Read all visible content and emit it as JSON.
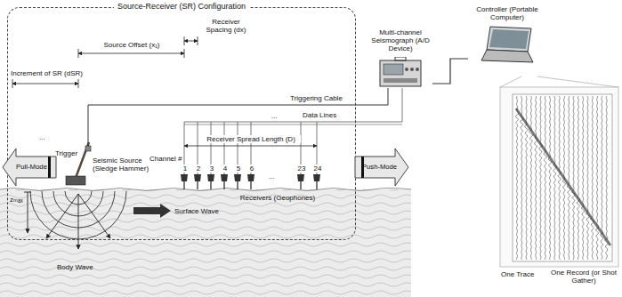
{
  "diagram": {
    "nodes": [
      {
        "text": [
          "Source-Receiver (SR) Configuration"
        ]
      },
      {
        "text": [
          "Pull-Mode"
        ]
      },
      {
        "text": [
          "Push-Mode"
        ]
      },
      {
        "text": [
          "Multi-channel Seismograph (A/D Device)"
        ]
      },
      {
        "text": [
          "Controller (Portable Computer)"
        ]
      }
    ],
    "edges": [
      {
        "from": 3,
        "to": 4,
        "arrow": "none"
      }
    ],
    "labels": [
      "Increment of SR (dSR)",
      "Source Offset (x₁)",
      "Receiver Spacing (dx)",
      "Triggering Cable",
      "Data Lines",
      "Trigger",
      "Seismic Source (Sledge Hammer)",
      "Channel #",
      "1",
      "2",
      "3",
      "4",
      "5",
      "6",
      "23",
      "24",
      "Receiver Spread Length (D)",
      "Receivers (Geophones)",
      "Surface Wave",
      "Body Wave",
      "zₘₐₓ",
      "One Trace",
      "One Record (or Shot Gather)",
      "...",
      "...",
      "..."
    ]
  }
}
